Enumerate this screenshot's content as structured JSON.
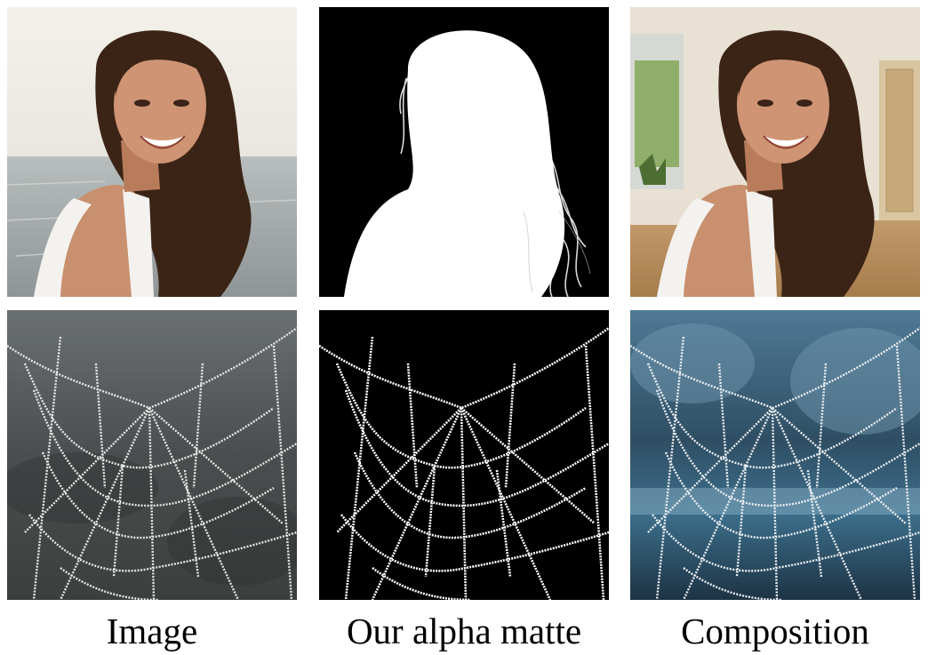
{
  "captions": {
    "image": "Image",
    "matte": "Our alpha matte",
    "composition": "Composition"
  }
}
